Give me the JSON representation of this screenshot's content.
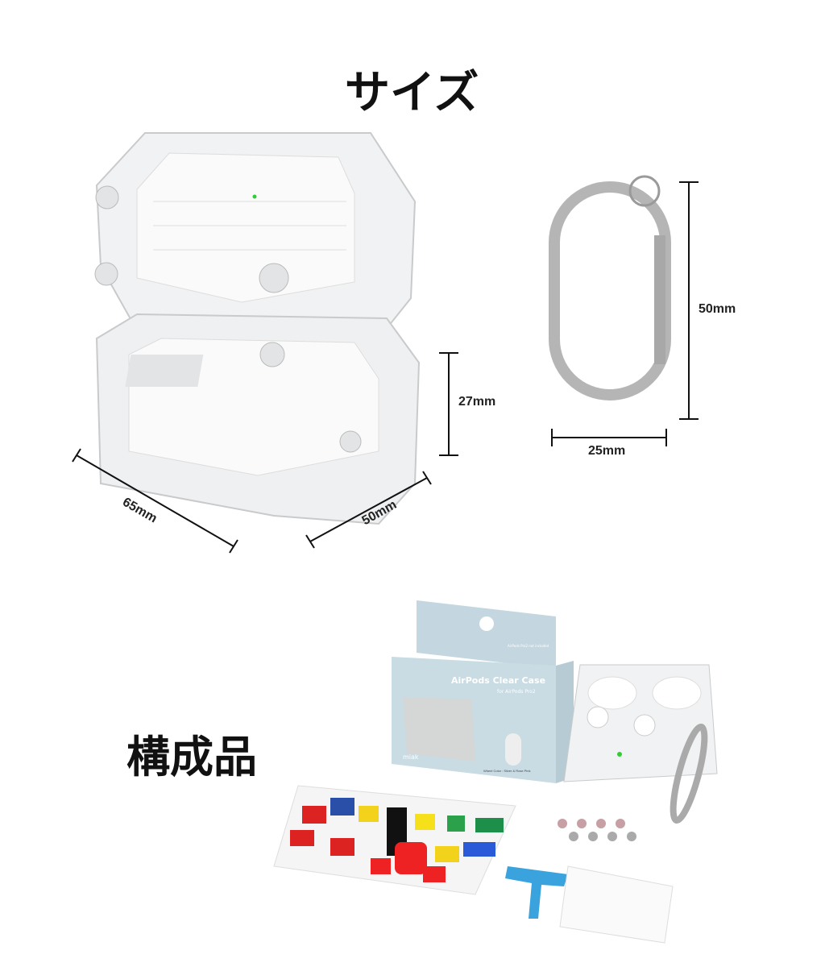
{
  "size_section": {
    "title": "サイズ",
    "case_dimensions": {
      "height": "27mm",
      "width": "65mm",
      "depth": "50mm"
    },
    "carabiner_dimensions": {
      "height": "50mm",
      "width": "25mm"
    }
  },
  "contents_section": {
    "title": "構成品",
    "package": {
      "product_name": "AirPods Clear Case",
      "subtitle": "for AirPods Pro2",
      "brand": "miak",
      "wheel_color": "Wheel Color : Silver & Rose Pink",
      "notice": "AirPods Pro2 not included"
    }
  },
  "colors": {
    "package": "#c9dbe3",
    "carabiner": "#b8b8b8",
    "tag": "#3aa3dd"
  }
}
